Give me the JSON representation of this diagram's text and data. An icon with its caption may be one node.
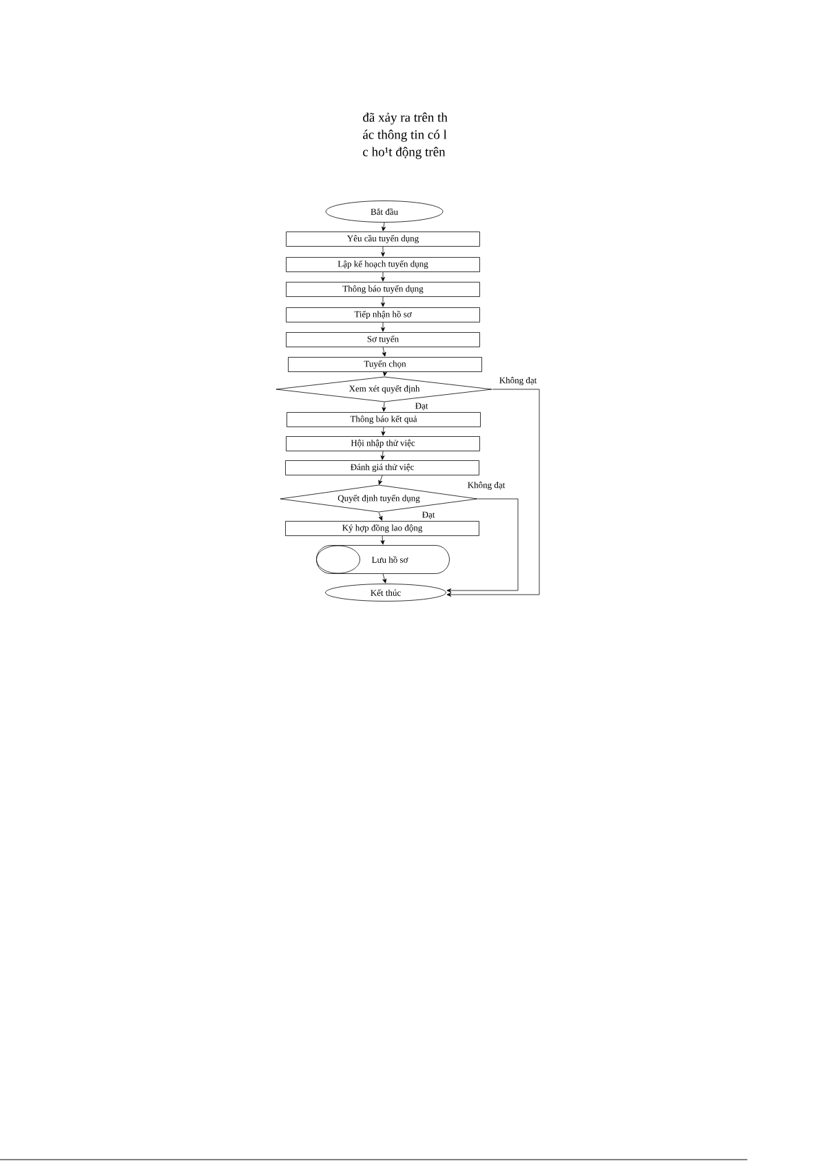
{
  "diagram": {
    "nodes": [
      {
        "text": [
          "Bắt đầu"
        ]
      },
      {
        "text": [
          "Yêu cầu tuyển dụng"
        ]
      },
      {
        "text": [
          "Lập kế hoạch tuyển dụng"
        ]
      },
      {
        "text": [
          "Thông báo tuyển dụng"
        ]
      },
      {
        "text": [
          "Tiếp nhận hồ sơ"
        ]
      },
      {
        "text": [
          "Sơ tuyển"
        ]
      },
      {
        "text": [
          "Tuyển chọn"
        ]
      },
      {
        "text": [
          "Xem xét quyết định"
        ]
      },
      {
        "text": [
          "Thông báo kết quả"
        ]
      },
      {
        "text": [
          "Hội nhập thử việc"
        ]
      },
      {
        "text": [
          "Đánh giá thử việc"
        ]
      },
      {
        "text": [
          "Quyết định tuyển dụng"
        ]
      },
      {
        "text": [
          "Ký hợp đồng lao động"
        ]
      },
      {
        "text": [
          "Lưu hồ sơ"
        ]
      },
      {
        "text": [
          "Kết thúc"
        ]
      }
    ],
    "edges": [
      {
        "from": 0,
        "to": 1,
        "arrow": "to"
      },
      {
        "from": 1,
        "to": 2,
        "arrow": "to"
      },
      {
        "from": 2,
        "to": 3,
        "arrow": "to"
      },
      {
        "from": 3,
        "to": 4,
        "arrow": "to"
      },
      {
        "from": 4,
        "to": 5,
        "arrow": "to"
      },
      {
        "from": 5,
        "to": 6,
        "arrow": "to"
      },
      {
        "from": 6,
        "to": 7,
        "arrow": "to"
      },
      {
        "from": 7,
        "to": 8,
        "arrow": "to",
        "label": "Đạt"
      },
      {
        "from": 8,
        "to": 9,
        "arrow": "to"
      },
      {
        "from": 9,
        "to": 10,
        "arrow": "to"
      },
      {
        "from": 10,
        "to": 11,
        "arrow": "to"
      },
      {
        "from": 11,
        "to": 12,
        "arrow": "to",
        "label": "Đạt"
      },
      {
        "from": 12,
        "to": 13,
        "arrow": "to"
      },
      {
        "from": 13,
        "to": 14,
        "arrow": "to"
      },
      {
        "from": 7,
        "to": 14,
        "arrow": "to",
        "label": "Không đạt"
      },
      {
        "from": 11,
        "to": 14,
        "arrow": "to",
        "label": "Không đạt"
      }
    ],
    "labels": [
      "đã xảy ra trên th",
      "ác thông tin có l",
      "c ho¹t động trên"
    ]
  }
}
